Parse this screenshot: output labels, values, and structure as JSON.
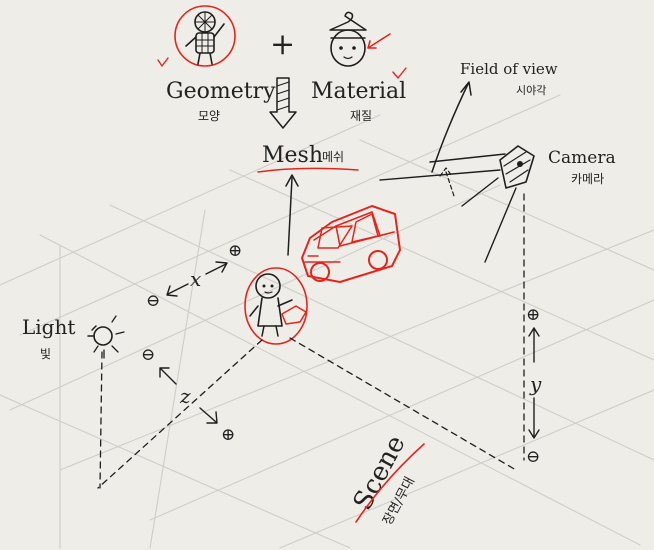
{
  "labels": {
    "geometry": "Geometry",
    "geometry_ko": "모양",
    "plus": "+",
    "material": "Material",
    "material_ko": "재질",
    "mesh": "Mesh",
    "mesh_ko": "메쉬",
    "field_of_view": "Field of view",
    "field_of_view_ko": "시야각",
    "camera": "Camera",
    "camera_ko": "카메라",
    "light": "Light",
    "light_ko": "빛",
    "scene": "Scene",
    "scene_ko": "장면/무대"
  },
  "axes": {
    "x": {
      "name": "x",
      "minus": "⊖",
      "plus": "⊕"
    },
    "y": {
      "name": "y",
      "minus": "⊖",
      "plus": "⊕"
    },
    "z": {
      "name": "z",
      "minus": "⊖",
      "plus": "⊕"
    }
  },
  "colors": {
    "ink": "#1e1e1e",
    "accent": "#e3261d",
    "background": "#efede8",
    "grid": "#cfcdc8"
  }
}
